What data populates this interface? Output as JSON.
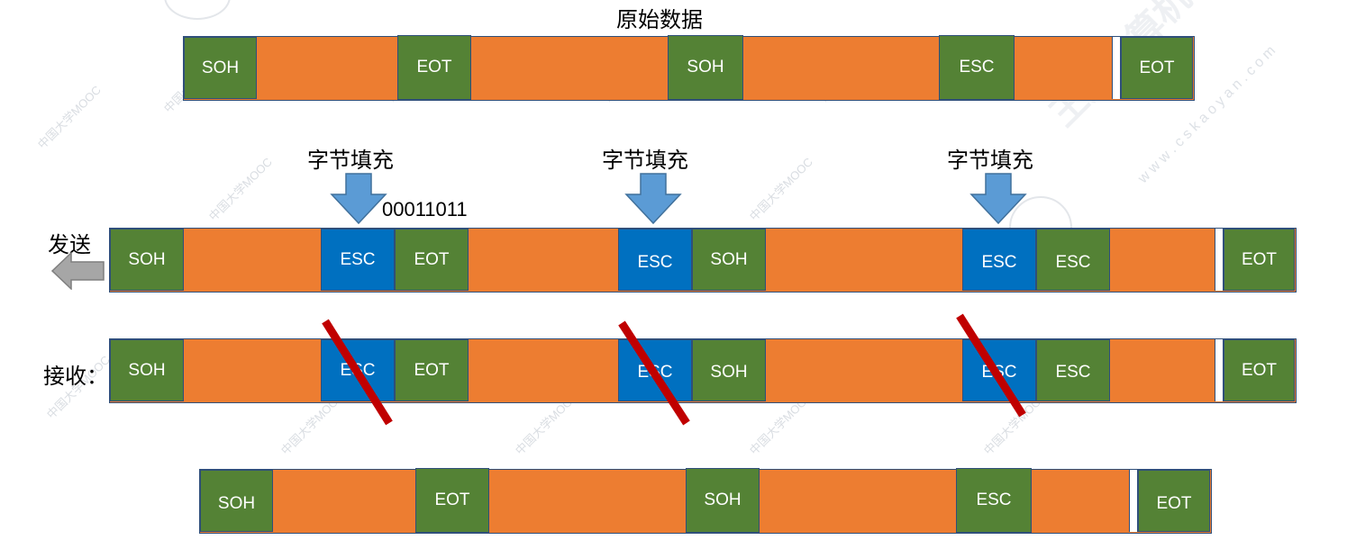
{
  "title": "原始数据",
  "stuff_label": "字节填充",
  "stuffed_bits": "00011011",
  "send_label": "发送",
  "recv_label": "接收：",
  "watermark": {
    "brand": "王道计算机考研",
    "site": "w w w . c s k a o y a n . c o m",
    "mooc": "中国大学MOOC"
  },
  "colors": {
    "control": "#548235",
    "escape_inserted": "#0070c0",
    "data": "#ed7d31",
    "strike": "#c00000",
    "arrow": "#5b9bd5"
  },
  "rows": {
    "original": [
      "SOH",
      "EOT",
      "SOH",
      "ESC",
      "EOT"
    ],
    "send": [
      "SOH",
      "ESC",
      "EOT",
      "ESC",
      "SOH",
      "ESC",
      "ESC",
      "EOT"
    ],
    "receive": [
      "SOH",
      "ESC",
      "EOT",
      "ESC",
      "SOH",
      "ESC",
      "ESC",
      "EOT"
    ],
    "result": [
      "SOH",
      "EOT",
      "SOH",
      "ESC",
      "EOT"
    ]
  }
}
